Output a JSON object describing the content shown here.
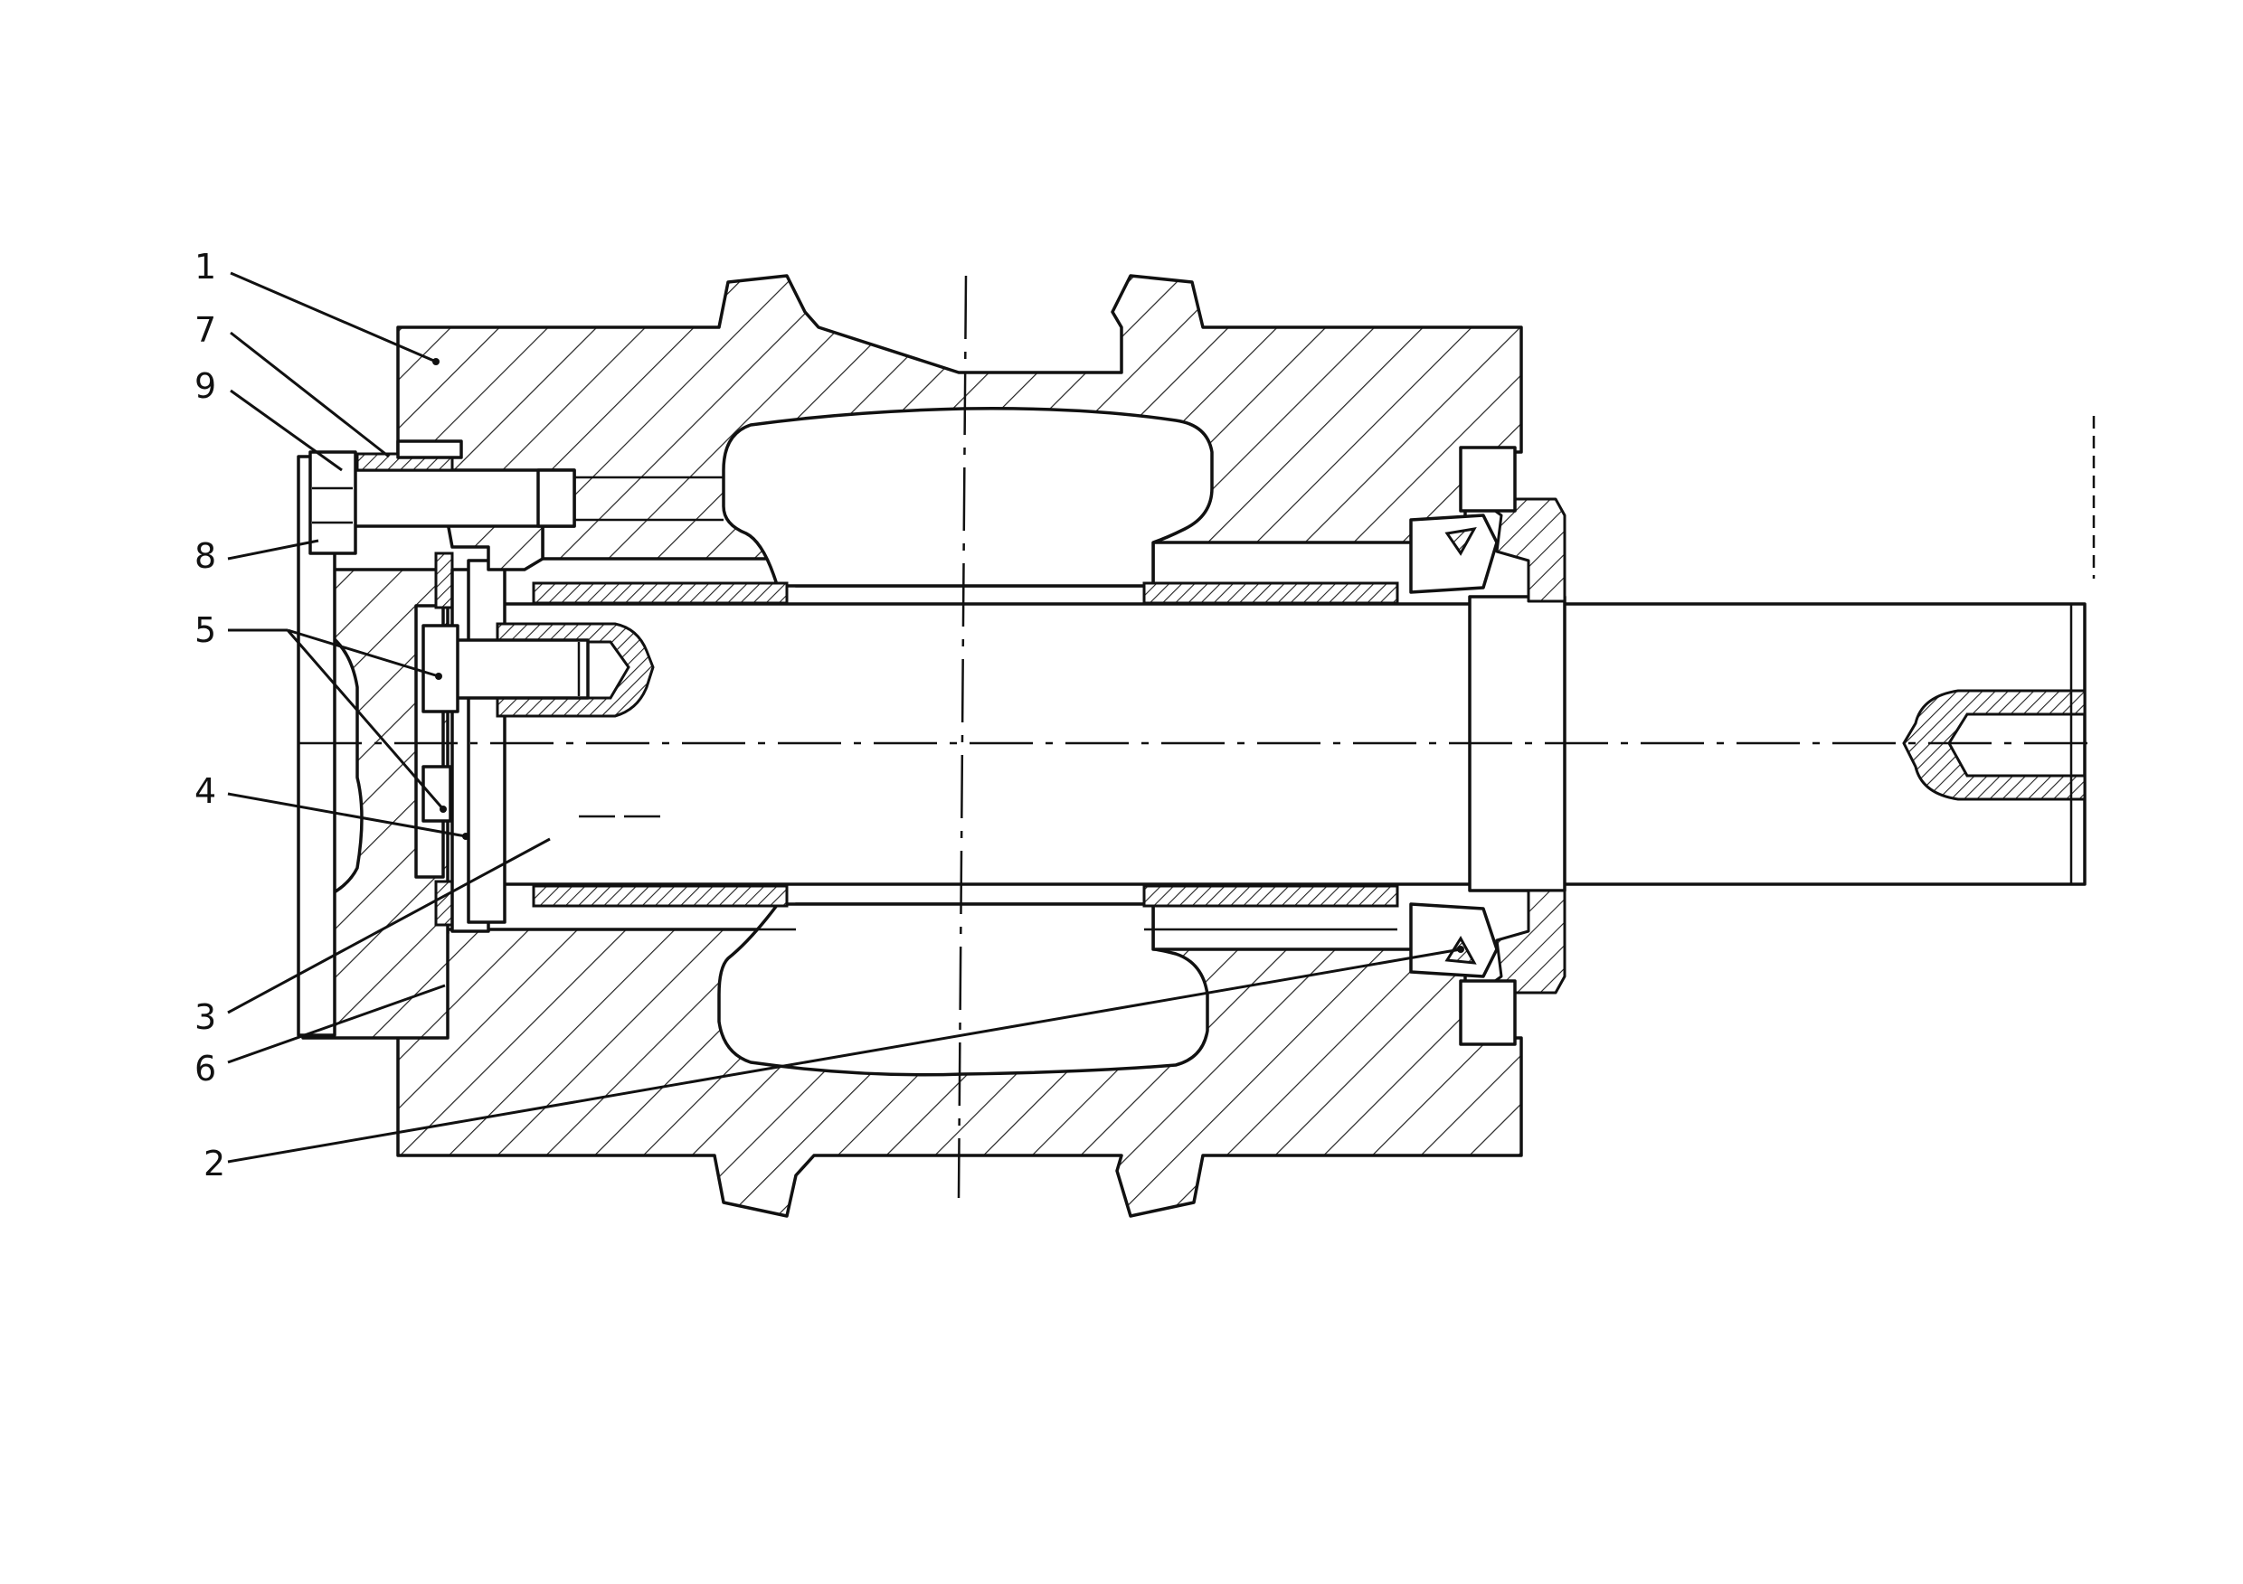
{
  "drawing": {
    "callouts": [
      {
        "id": "1",
        "label": "1"
      },
      {
        "id": "7",
        "label": "7"
      },
      {
        "id": "9",
        "label": "9"
      },
      {
        "id": "8",
        "label": "8"
      },
      {
        "id": "5",
        "label": "5"
      },
      {
        "id": "4",
        "label": "4"
      },
      {
        "id": "3",
        "label": "3"
      },
      {
        "id": "6",
        "label": "6"
      },
      {
        "id": "2",
        "label": "2"
      }
    ]
  }
}
